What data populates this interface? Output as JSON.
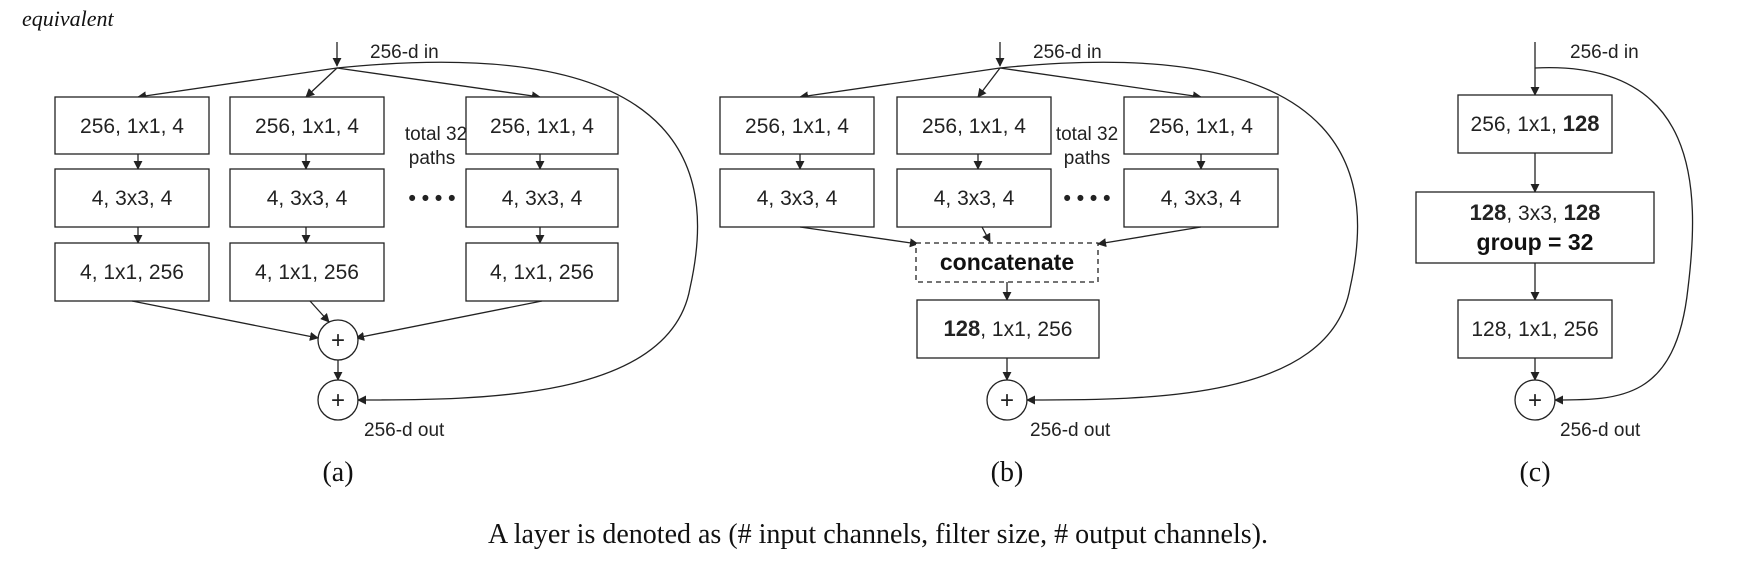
{
  "header": {
    "label": "equivalent"
  },
  "caption": "A layer is denoted as (# input channels, filter size, # output channels).",
  "panel_a": {
    "in_label": "256-d in",
    "out_label": "256-d out",
    "sublabel": "(a)",
    "layer1": "256, 1x1, 4",
    "layer2": "4, 3x3, 4",
    "layer3": "4, 1x1, 256",
    "paths_line1": "total 32",
    "paths_line2": "paths",
    "ellipsis": "• • • •",
    "plus": "+"
  },
  "panel_b": {
    "in_label": "256-d in",
    "out_label": "256-d out",
    "sublabel": "(b)",
    "layer1": "256, 1x1, 4",
    "layer2": "4, 3x3, 4",
    "paths_line1": "total 32",
    "paths_line2": "paths",
    "ellipsis": "• • • •",
    "concat": "concatenate",
    "final_bold": "128",
    "final_rest": ", 1x1, 256",
    "plus": "+"
  },
  "panel_c": {
    "in_label": "256-d in",
    "out_label": "256-d out",
    "sublabel": "(c)",
    "layer1_plain": "256, 1x1, ",
    "layer1_bold": "128",
    "layer2_bold_a": "128",
    "layer2_plain": ", 3x3, ",
    "layer2_bold_b": "128",
    "layer2_group": "group = 32",
    "layer3": "128, 1x1, 256",
    "plus": "+"
  }
}
